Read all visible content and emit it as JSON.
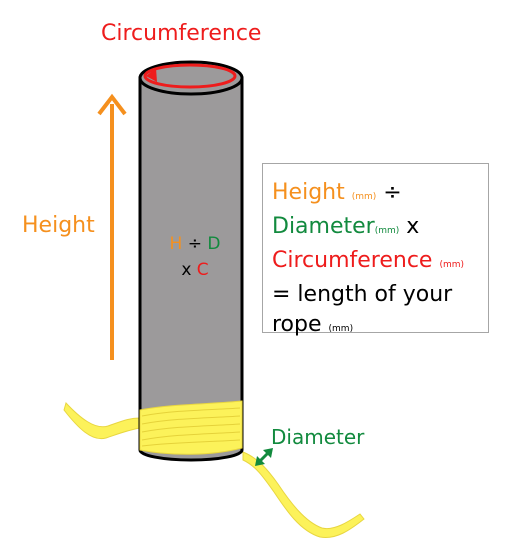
{
  "labels": {
    "circumference": "Circumference",
    "height": "Height",
    "diameter": "Diameter"
  },
  "cylinder_formula": {
    "h": "H",
    "div": "÷",
    "d": "D",
    "times": "x",
    "c": "C"
  },
  "formula": {
    "line1_word": "Height",
    "line1_unit": "(mm)",
    "line1_op": "÷",
    "line2_word": "Diameter",
    "line2_unit": "(mm)",
    "line2_op": "x",
    "line3_word": "Circumference",
    "line3_unit": "(mm)",
    "line4_text": "= length of your",
    "line5_word": "rope",
    "line5_unit": "(mm)"
  },
  "colors": {
    "height": "#f5901e",
    "diameter": "#128a3e",
    "circumference": "#ee1c1c",
    "cylinder": "#9c9a9b",
    "rope": "#fcf25a"
  }
}
